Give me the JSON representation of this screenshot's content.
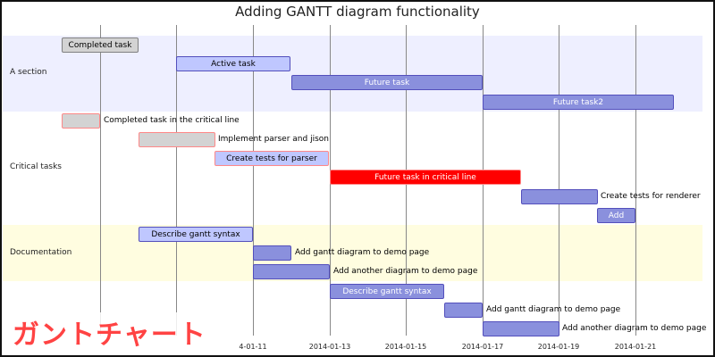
{
  "title": "Adding GANTT diagram functionality",
  "watermark": "ガントチャート",
  "axis": {
    "start": "2014-01-06",
    "end": "2014-01-23",
    "tick_labels": [
      "4-01-11",
      "2014-01-13",
      "2014-01-15",
      "2014-01-17",
      "2014-01-19",
      "2014-01-21"
    ],
    "tick_dates": [
      "2014-01-11",
      "2014-01-13",
      "2014-01-15",
      "2014-01-17",
      "2014-01-19",
      "2014-01-21"
    ],
    "grid_dates": [
      "2014-01-07",
      "2014-01-09",
      "2014-01-11",
      "2014-01-13",
      "2014-01-15",
      "2014-01-17",
      "2014-01-19",
      "2014-01-21"
    ]
  },
  "colors": {
    "section_a": "#eeefff",
    "section_crit": "#ffffff",
    "section_doc": "#fffde0",
    "section_docs2": "#ffffff",
    "task": "#8a90dd",
    "active": "#bfc7ff",
    "done": "#d3d3d3",
    "crit": "#ff0000",
    "watermark": "#ff4343"
  },
  "sections": [
    {
      "name": "A section",
      "rows": [
        0,
        3
      ],
      "band": "section_a"
    },
    {
      "name": "Critical tasks",
      "rows": [
        4,
        9
      ],
      "band": "section_crit"
    },
    {
      "name": "Documentation",
      "rows": [
        10,
        12
      ],
      "band": "section_doc"
    },
    {
      "name": "",
      "rows": [
        13,
        15
      ],
      "band": "section_docs2"
    }
  ],
  "tasks": [
    {
      "label": "Completed task",
      "start": "2014-01-06",
      "end": "2014-01-08",
      "status": "done",
      "label_pos": "inside"
    },
    {
      "label": "Active task",
      "start": "2014-01-09",
      "end": "2014-01-12",
      "status": "active",
      "label_pos": "inside"
    },
    {
      "label": "Future task",
      "start": "2014-01-12",
      "end": "2014-01-17",
      "status": "normal",
      "label_pos": "inside"
    },
    {
      "label": "Future task2",
      "start": "2014-01-17",
      "end": "2014-01-22",
      "status": "normal",
      "label_pos": "inside"
    },
    {
      "label": "Completed task in the critical line",
      "start": "2014-01-06",
      "end": "2014-01-07",
      "status": "crit-done",
      "label_pos": "outside"
    },
    {
      "label": "Implement parser and jison",
      "start": "2014-01-08",
      "end": "2014-01-10",
      "status": "crit-done",
      "label_pos": "outside"
    },
    {
      "label": "Create tests for parser",
      "start": "2014-01-10",
      "end": "2014-01-13",
      "status": "crit-active",
      "label_pos": "inside"
    },
    {
      "label": "Future task in critical line",
      "start": "2014-01-13",
      "end": "2014-01-18",
      "status": "crit",
      "label_pos": "inside"
    },
    {
      "label": "Create tests for renderer",
      "start": "2014-01-18",
      "end": "2014-01-20",
      "status": "normal",
      "label_pos": "outside"
    },
    {
      "label": "Add",
      "start": "2014-01-20",
      "end": "2014-01-21",
      "status": "normal",
      "label_pos": "inside"
    },
    {
      "label": "Describe gantt syntax",
      "start": "2014-01-08",
      "end": "2014-01-11",
      "status": "active",
      "label_pos": "inside"
    },
    {
      "label": "Add gantt diagram to demo page",
      "start": "2014-01-11",
      "end": "2014-01-12",
      "status": "normal",
      "label_pos": "outside"
    },
    {
      "label": "Add another diagram to demo page",
      "start": "2014-01-11",
      "end": "2014-01-13",
      "status": "normal",
      "label_pos": "outside"
    },
    {
      "label": "Describe gantt syntax",
      "start": "2014-01-13",
      "end": "2014-01-16",
      "status": "normal",
      "label_pos": "inside"
    },
    {
      "label": "Add gantt diagram to demo page",
      "start": "2014-01-16",
      "end": "2014-01-17",
      "status": "normal",
      "label_pos": "outside"
    },
    {
      "label": "Add another diagram to demo page",
      "start": "2014-01-17",
      "end": "2014-01-19",
      "status": "normal",
      "label_pos": "outside"
    }
  ]
}
